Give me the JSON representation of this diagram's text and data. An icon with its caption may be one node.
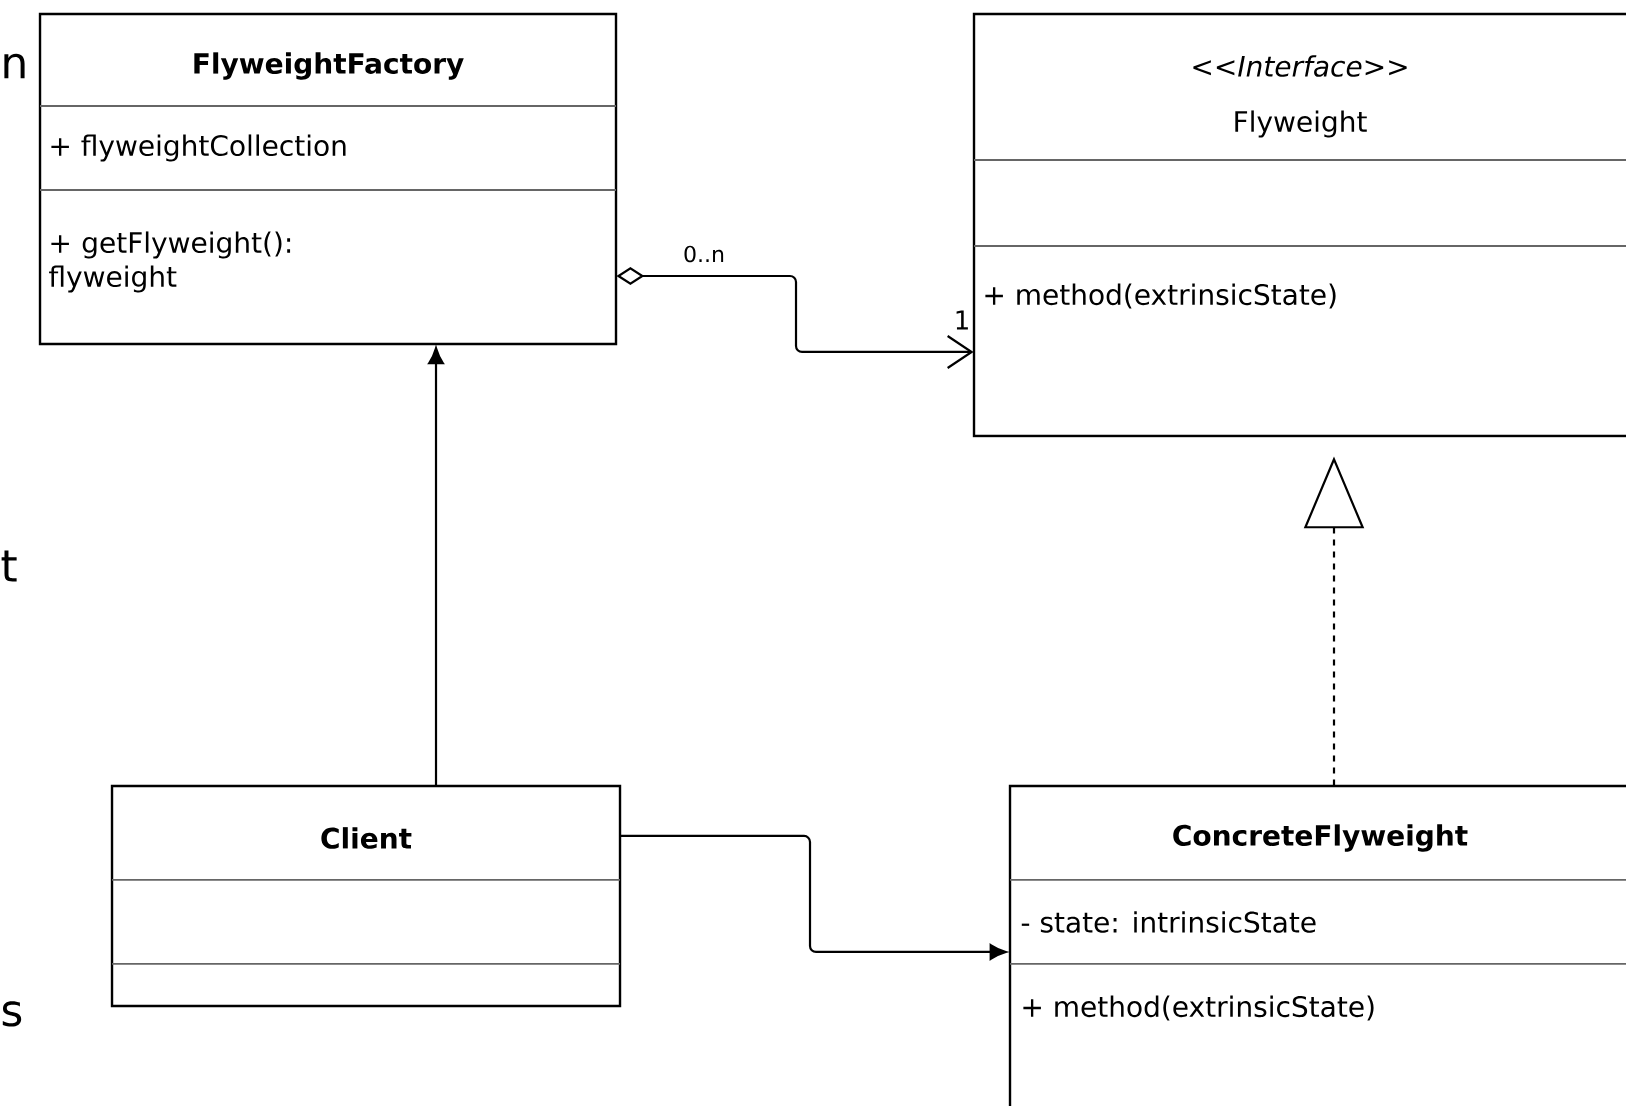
{
  "diagram": {
    "nodes": [
      {
        "text": [
          "FlyweightFactory",
          "+ flyweightCollection",
          "+ getFlyweight(): flyweight"
        ]
      },
      {
        "text": [
          "<<Interface>>",
          "Flyweight",
          "+ method(extrinsicState)"
        ]
      },
      {
        "text": [
          "Client"
        ]
      },
      {
        "text": [
          "ConcreteFlyweight",
          "- state: intrinsicState",
          "+ method(extrinsicState)"
        ]
      }
    ],
    "edges": [
      {
        "from": 0,
        "to": 1,
        "arrow": "to",
        "label": "0..n"
      },
      {
        "from": 2,
        "to": 0,
        "arrow": "to"
      },
      {
        "from": 3,
        "to": 1,
        "arrow": "to",
        "style": "dashed"
      },
      {
        "from": 2,
        "to": 3,
        "arrow": "to"
      }
    ],
    "labels": [
      "n",
      "1",
      "t",
      "s"
    ]
  }
}
